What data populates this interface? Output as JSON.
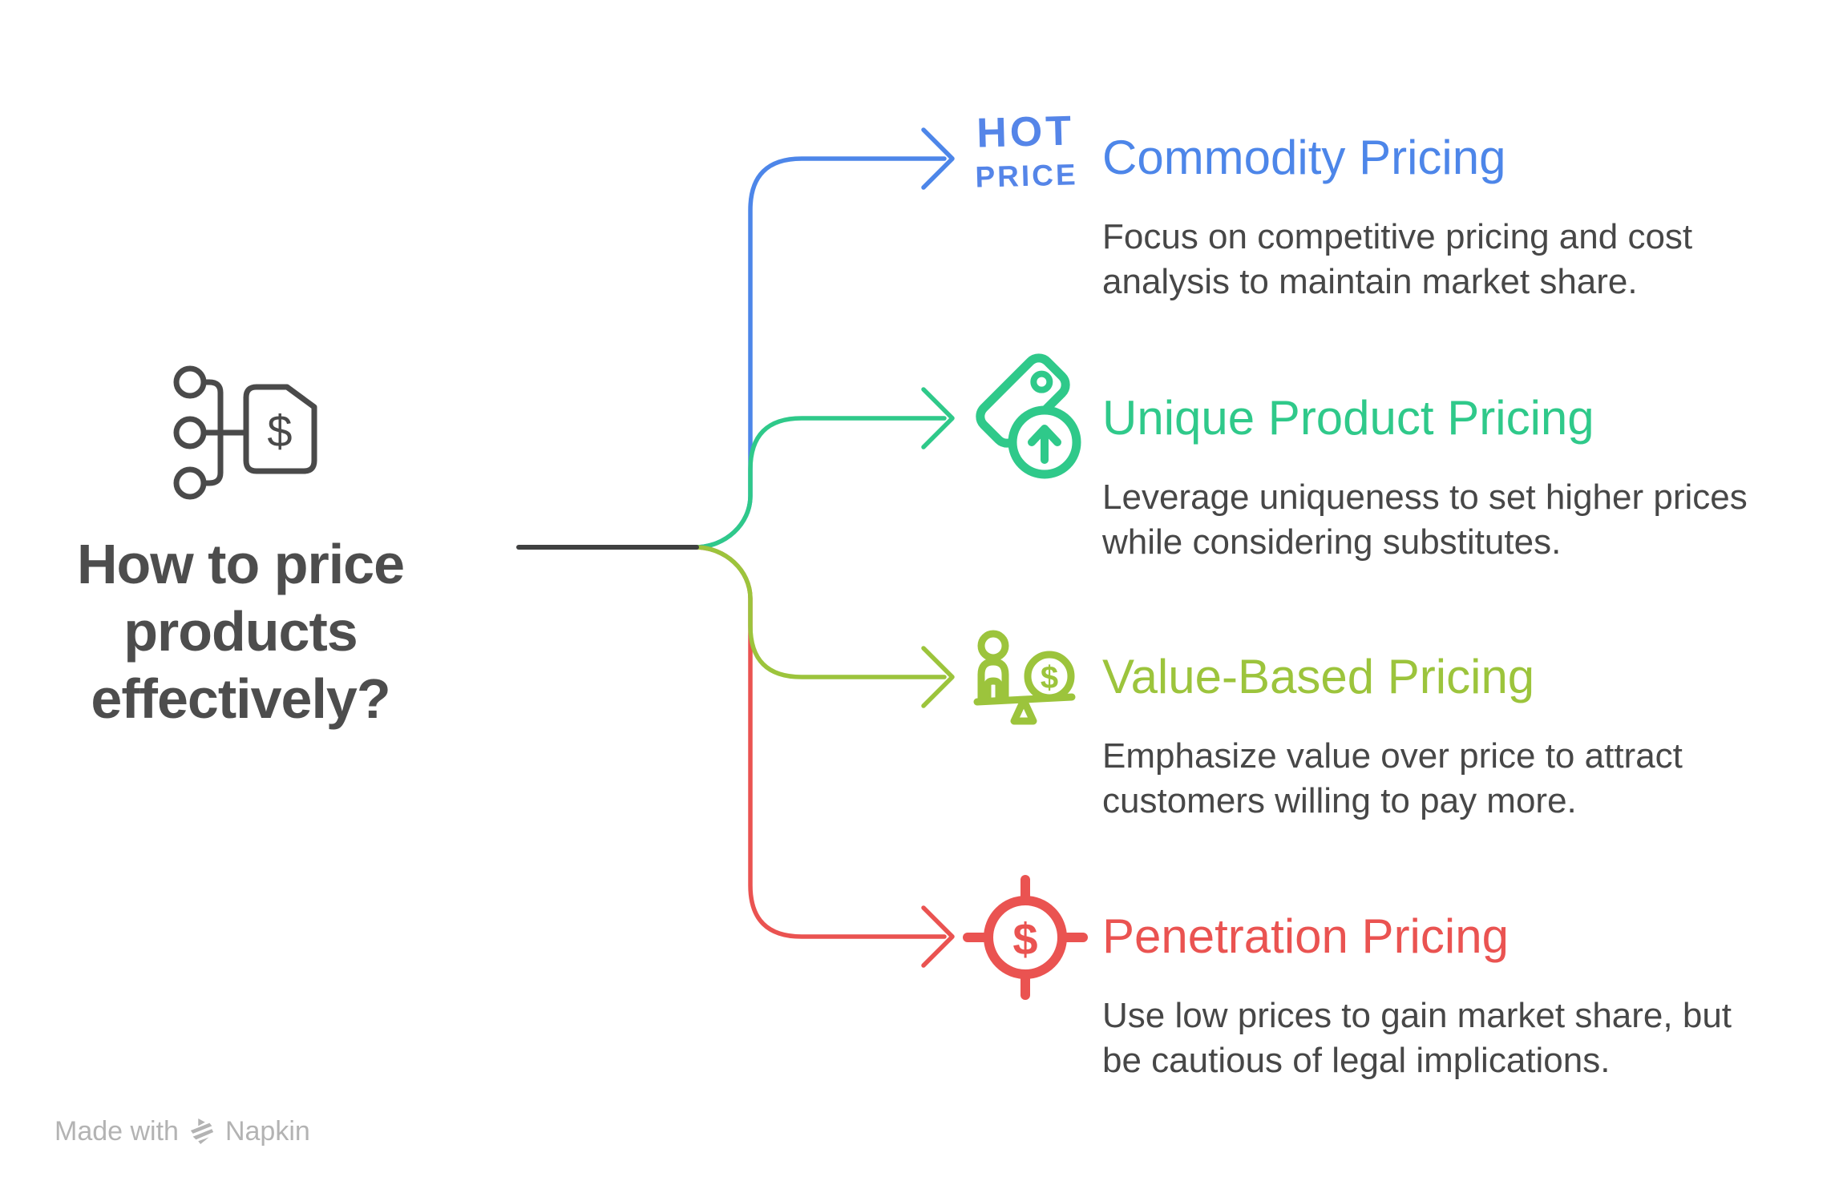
{
  "root": {
    "title_lines": [
      "How to price",
      "products",
      "effectively?"
    ],
    "icon": "hierarchy-price-tag-icon"
  },
  "icons": {
    "dollar_symbol": "$"
  },
  "branches": [
    {
      "label": "Commodity Pricing",
      "color": "#4d86e9",
      "icon": "hot-price-lettering-icon",
      "icon_lines": [
        "HOT",
        "PRICE"
      ],
      "description_lines": [
        "Focus on competitive pricing and cost",
        "analysis to maintain market share."
      ]
    },
    {
      "label": "Unique Product Pricing",
      "color": "#2fc98a",
      "icon": "price-tag-up-arrow-icon",
      "description_lines": [
        "Leverage uniqueness to set higher prices",
        "while considering substitutes."
      ]
    },
    {
      "label": "Value-Based Pricing",
      "color": "#9cc43c",
      "icon": "person-balance-dollar-icon",
      "description_lines": [
        "Emphasize value over price to attract",
        "customers willing to pay more."
      ]
    },
    {
      "label": "Penetration Pricing",
      "color": "#ea5351",
      "icon": "target-dollar-icon",
      "description_lines": [
        "Use low prices to gain market share, but",
        "be cautious of legal implications."
      ]
    }
  ],
  "watermark": {
    "prefix": "Made with",
    "brand": "Napkin"
  },
  "colors": {
    "branch_blue": "#4d86e9",
    "branch_green": "#2fc98a",
    "branch_olive": "#9cc43c",
    "branch_red": "#ea5351",
    "trunk_dark": "#3f4040",
    "text_dark": "#4d4d4d",
    "watermark_gray": "#b3b3b3"
  }
}
